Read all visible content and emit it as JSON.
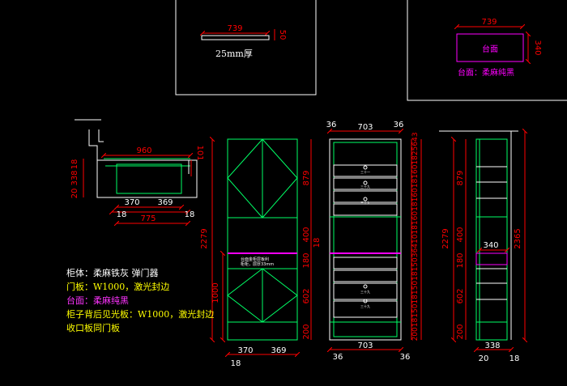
{
  "colors": {
    "background": "#000000",
    "outline": "#ffffff",
    "green": "#00ff66",
    "dimension": "#ff0000",
    "magenta": "#ff00ff",
    "yellow": "#ffff00"
  },
  "top_left_panel": {
    "width_dim": "739",
    "height_dim": "50",
    "thickness_note": "25mm厚"
  },
  "top_right_panel": {
    "width_dim": "739",
    "height_dim": "340",
    "label": "台面",
    "note": "台面：柔麻纯黑"
  },
  "plan_view": {
    "top_dim": "960",
    "right_dim": "101",
    "left_dims": [
      "18",
      "338",
      "20"
    ],
    "bottom_dims": [
      "370",
      "369"
    ],
    "bottom_small": [
      "18",
      "18"
    ],
    "total_dim": "775"
  },
  "front_view": {
    "height_total": "2279",
    "height_lower": "1000",
    "right_dims": [
      "879",
      "400",
      "180",
      "602",
      "200",
      "18"
    ],
    "bottom_dims": [
      "370",
      "369"
    ],
    "bottom_small": "18",
    "shelf_note_line1": "台面金柜层板利",
    "shelf_note_line2": "柜柜，层厚33mm"
  },
  "inner_view": {
    "top_dims": [
      "36",
      "703",
      "36"
    ],
    "bottom_dims": [
      "36",
      "703",
      "36"
    ],
    "right_dims": [
      "43",
      "256",
      "18",
      "160",
      "18",
      "160",
      "18",
      "160",
      "18",
      "410",
      "36",
      "150",
      "18",
      "150",
      "18",
      "150",
      "18",
      "200"
    ],
    "drawer_labels": [
      "三十一",
      "三十九",
      "三十九",
      "三十九",
      "三十九"
    ]
  },
  "side_view": {
    "left_total": "2279",
    "left_dims": [
      "879",
      "400",
      "180",
      "602",
      "200"
    ],
    "top_dim": "340",
    "right_total": "2365",
    "bottom_dims": [
      "20",
      "338",
      "18"
    ]
  },
  "notes": {
    "line1": "柜体：柔麻铁灰 弹门器",
    "line2": "门板：W1000，激光封边",
    "line3": "台面：柔麻纯黑",
    "line4": "柜子背后见光板：W1000，激光封边",
    "line5": "收口板同门板"
  }
}
